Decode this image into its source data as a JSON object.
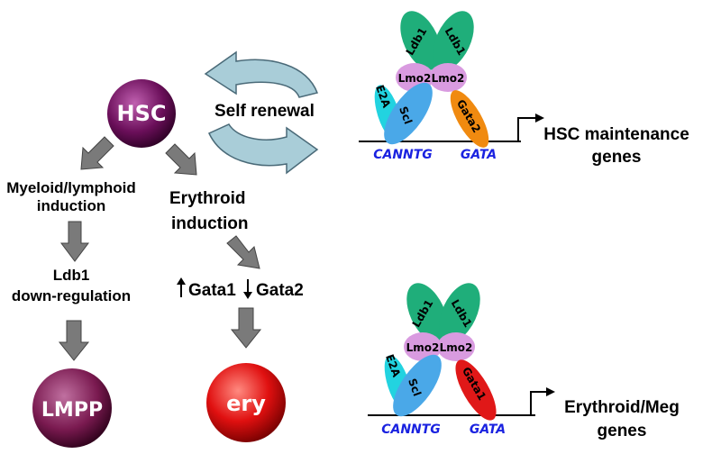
{
  "cells": {
    "hsc": "HSC",
    "lmpp": "LMPP",
    "ery": "ery"
  },
  "labels": {
    "self_renewal": "Self renewal",
    "myeloid_line1": "Myeloid/lymphoid",
    "myeloid_line2": "induction",
    "erythroid_line1": "Erythroid",
    "erythroid_line2": "induction",
    "ldb1_line1": "Ldb1",
    "ldb1_line2": "down-regulation",
    "gata1": "Gata1",
    "gata2": "Gata2"
  },
  "complex_top": {
    "proteins": {
      "ldb1_left": "Ldb1",
      "ldb1_right": "Ldb1",
      "lmo2_left": "Lmo2",
      "lmo2_right": "Lmo2",
      "e2a": "E2A",
      "scl": "Scl",
      "gata": "Gata2"
    },
    "motif_left": "CANNTG",
    "motif_right": "GATA",
    "target_line1": "HSC maintenance",
    "target_line2": "genes"
  },
  "complex_bottom": {
    "proteins": {
      "ldb1_left": "Ldb1",
      "ldb1_right": "Ldb1",
      "lmo2_left": "Lmo2",
      "lmo2_right": "Lmo2",
      "e2a": "E2A",
      "scl": "Scl",
      "gata": "Gata1"
    },
    "motif_left": "CANNTG",
    "motif_right": "GATA",
    "target_line1": "Erythroid/Meg",
    "target_line2": "genes"
  },
  "colors": {
    "hsc": "#6b0f5a",
    "lmpp": "#7a1a50",
    "ery": "#e01010",
    "ldb1": "#1fae7a",
    "lmo2": "#d99be0",
    "e2a": "#22d3e0",
    "scl": "#4aa8e8",
    "gata2": "#f08a10",
    "gata1": "#e01818",
    "motif": "#1a22e0",
    "arrow_gray": "#7a7a7a",
    "renewal_arrow": "#a9cdd8"
  }
}
